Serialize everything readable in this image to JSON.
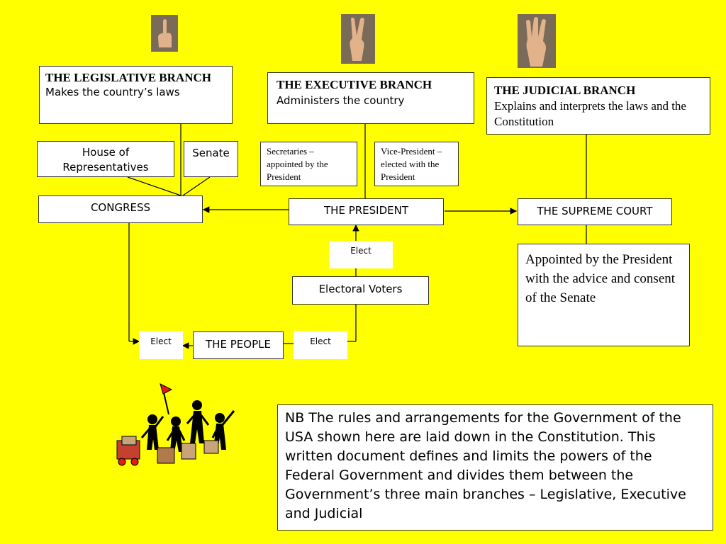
{
  "branches": {
    "legislative": {
      "title": "THE LEGISLATIVE BRANCH",
      "desc": "Makes the country’s laws"
    },
    "executive": {
      "title": "THE EXECUTIVE BRANCH",
      "desc": "Administers the country"
    },
    "judicial": {
      "title": "THE JUDICIAL BRANCH",
      "desc": "Explains and interprets the laws and the Constitution"
    }
  },
  "nodes": {
    "house": "House of Representatives",
    "senate": "Senate",
    "secretaries": "Secretaries – appointed by the President",
    "vice_president": "Vice-President – elected with the President",
    "congress": "CONGRESS",
    "president": "THE PRESIDENT",
    "supreme_court": "THE SUPREME COURT",
    "court_note": "Appointed by the President with the advice and consent of the Senate",
    "elect_president": "Elect",
    "electoral_voters": "Electoral Voters",
    "elect_left": "Elect",
    "the_people": "THE PEOPLE",
    "elect_right": "Elect"
  },
  "note": "NB The rules and arrangements for the Government of the USA shown here are laid down in the Constitution. This written document defines and limits the powers of the Federal Government and divides them between the Government’s three main branches – Legislative, Executive and Judicial",
  "colors": {
    "background": "#ffff00",
    "box": "#ffffff",
    "line": "#000000"
  },
  "icons": [
    "one-finger-hand-icon",
    "two-finger-hand-icon",
    "three-finger-hand-icon",
    "protest-crowd-clipart"
  ]
}
